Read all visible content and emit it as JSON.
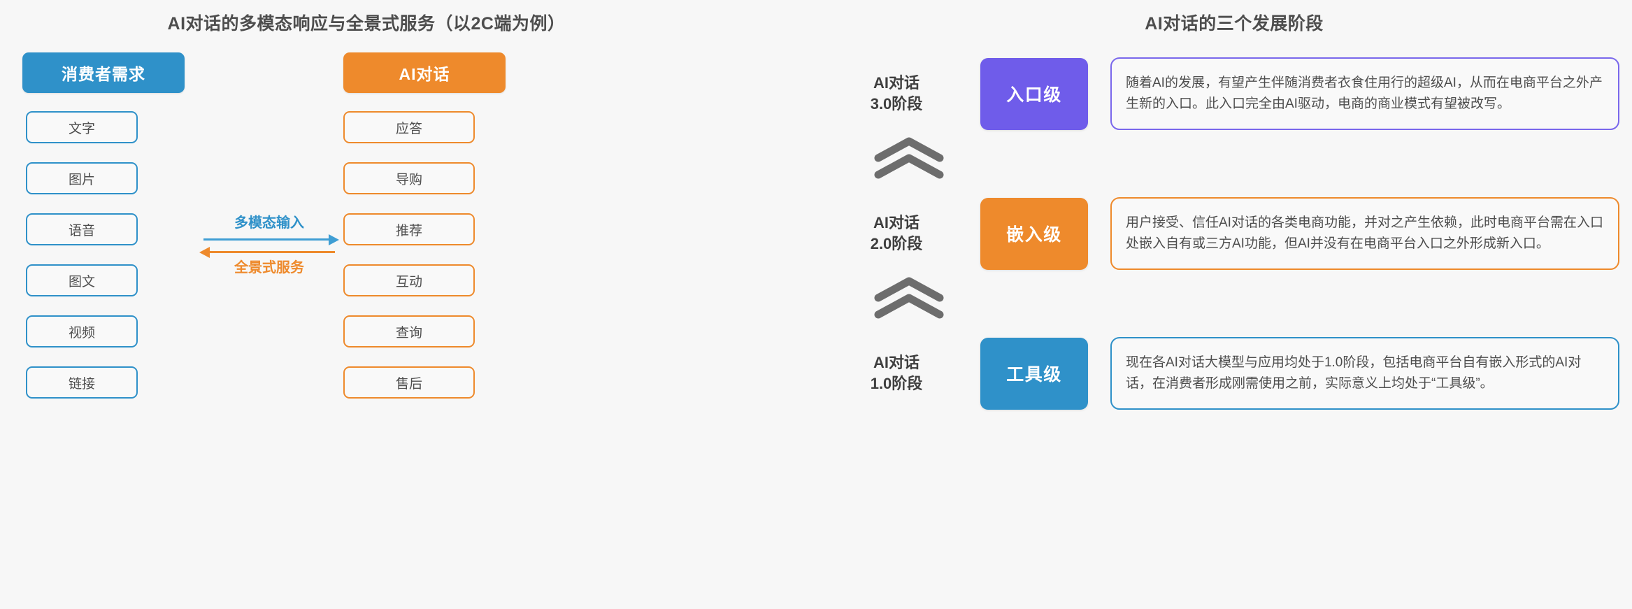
{
  "left_panel": {
    "title": "AI对话的多模态响应与全景式服务（以2C端为例）",
    "columns": [
      {
        "header": "消费者需求",
        "accent": "#2f91c9",
        "items": [
          "文字",
          "图片",
          "语音",
          "图文",
          "视频",
          "链接"
        ]
      },
      {
        "header": "AI对话",
        "accent": "#ee8a2c",
        "items": [
          "应答",
          "导购",
          "推荐",
          "互动",
          "查询",
          "售后"
        ]
      }
    ],
    "middle": {
      "top_label": "多模态输入",
      "top_color": "#2f91c9",
      "top_direction": "right",
      "bottom_label": "全景式服务",
      "bottom_color": "#ee8a2c",
      "bottom_direction": "left"
    }
  },
  "right_panel": {
    "title": "AI对话的三个发展阶段",
    "stages": [
      {
        "label_line1": "AI对话",
        "label_line2": "3.0阶段",
        "chip": "入口级",
        "chip_color": "#6f5cea",
        "description": "随着AI的发展，有望产生伴随消费者衣食住用行的超级AI，从而在电商平台之外产生新的入口。此入口完全由AI驱动，电商的商业模式有望被改写。"
      },
      {
        "label_line1": "AI对话",
        "label_line2": "2.0阶段",
        "chip": "嵌入级",
        "chip_color": "#ee8a2c",
        "description": "用户接受、信任AI对话的各类电商功能，并对之产生依赖，此时电商平台需在入口处嵌入自有或三方AI功能，但AI并没有在电商平台入口之外形成新入口。"
      },
      {
        "label_line1": "AI对话",
        "label_line2": "1.0阶段",
        "chip": "工具级",
        "chip_color": "#2f91c9",
        "description": "现在各AI对话大模型与应用均处于1.0阶段，包括电商平台自有嵌入形式的AI对话，在消费者形成刚需使用之前，实际意义上均处于“工具级”。"
      }
    ],
    "chevron_color": "#6d6d6d"
  }
}
